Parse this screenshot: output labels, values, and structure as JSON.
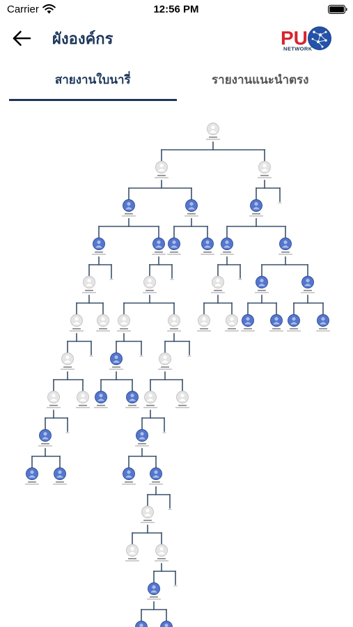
{
  "status_bar": {
    "carrier": "Carrier",
    "time": "12:56 PM",
    "wifi_icon": "wifi-icon",
    "battery_icon": "battery-full-icon"
  },
  "header": {
    "back_icon": "arrow-left-icon",
    "title": "ผังองค์กร",
    "logo": {
      "mark": "PU",
      "tagline": "NETWORK",
      "icon": "globe-network-icon"
    }
  },
  "tabs": [
    {
      "label": "สายงานใบนารี่",
      "active": true
    },
    {
      "label": "รายงานแนะนำตรง",
      "active": false
    }
  ],
  "colors": {
    "navy": "#1c365a",
    "tab_inactive": "#555555",
    "connector": "#3a506b",
    "node_blue": "#5576cb",
    "node_blue_border": "#2b4b98",
    "person_on_blue": "#a9bdee",
    "node_gray": "#e5e5e5",
    "node_gray_border": "#c2c2c2",
    "person_on_gray": "#ffffff",
    "caption_dark": "#8c8c8c",
    "caption_light": "#bdbdbd",
    "logo_red": "#d7252e",
    "logo_blue": "#2352a8"
  },
  "org_chart": {
    "node_icon": "person-icon",
    "root": {
      "filled": false,
      "children": [
        {
          "filled": false,
          "children": [
            {
              "filled": true,
              "children": [
                {
                  "filled": true,
                  "children": [
                    {
                      "filled": false,
                      "children": [
                        {
                          "filled": false,
                          "children": [
                            {
                              "filled": false,
                              "children": [
                                {
                                  "filled": false,
                                  "children": [
                                    {
                                      "filled": true,
                                      "children": [
                                        {
                                          "filled": true
                                        },
                                        {
                                          "filled": true
                                        }
                                      ]
                                    },
                                    {
                                      "open": true
                                    }
                                  ]
                                },
                                {
                                  "filled": false
                                }
                              ]
                            },
                            {
                              "open": true
                            }
                          ]
                        },
                        {
                          "filled": false
                        }
                      ]
                    },
                    {
                      "open": true
                    }
                  ]
                },
                {
                  "filled": true,
                  "children": [
                    {
                      "filled": false,
                      "children": [
                        {
                          "filled": false,
                          "children": [
                            {
                              "filled": true,
                              "children": [
                                {
                                  "filled": true
                                },
                                {
                                  "filled": true
                                }
                              ]
                            },
                            {
                              "open": true
                            }
                          ]
                        },
                        {
                          "filled": false,
                          "children": [
                            {
                              "filled": false,
                              "children": [
                                {
                                  "filled": false,
                                  "children": [
                                    {
                                      "filled": true,
                                      "children": [
                                        {
                                          "filled": true
                                        },
                                        {
                                          "filled": true,
                                          "children": [
                                            {
                                              "filled": false,
                                              "children": [
                                                {
                                                  "filled": false
                                                },
                                                {
                                                  "filled": false,
                                                  "children": [
                                                    {
                                                      "filled": true,
                                                      "children": [
                                                        {
                                                          "filled": true
                                                        },
                                                        {
                                                          "filled": true
                                                        }
                                                      ]
                                                    },
                                                    {
                                                      "open": true
                                                    }
                                                  ]
                                                }
                                              ]
                                            },
                                            {
                                              "open": true
                                            }
                                          ]
                                        }
                                      ]
                                    },
                                    {
                                      "open": true
                                    }
                                  ]
                                },
                                {
                                  "filled": false
                                }
                              ]
                            },
                            {
                              "open": true
                            }
                          ]
                        }
                      ]
                    },
                    {
                      "open": true
                    }
                  ]
                }
              ]
            },
            {
              "filled": true,
              "children": [
                {
                  "filled": true
                },
                {
                  "filled": true
                }
              ]
            }
          ]
        },
        {
          "filled": false,
          "children": [
            {
              "filled": true,
              "children": [
                {
                  "filled": true,
                  "children": [
                    {
                      "filled": false,
                      "children": [
                        {
                          "filled": false
                        },
                        {
                          "filled": false
                        }
                      ]
                    },
                    {
                      "open": true
                    }
                  ]
                },
                {
                  "filled": true,
                  "children": [
                    {
                      "filled": true,
                      "children": [
                        {
                          "filled": true
                        },
                        {
                          "filled": true
                        }
                      ]
                    },
                    {
                      "filled": true,
                      "children": [
                        {
                          "filled": true
                        },
                        {
                          "filled": true
                        }
                      ]
                    }
                  ]
                }
              ]
            },
            {
              "open": true
            }
          ]
        }
      ]
    }
  }
}
